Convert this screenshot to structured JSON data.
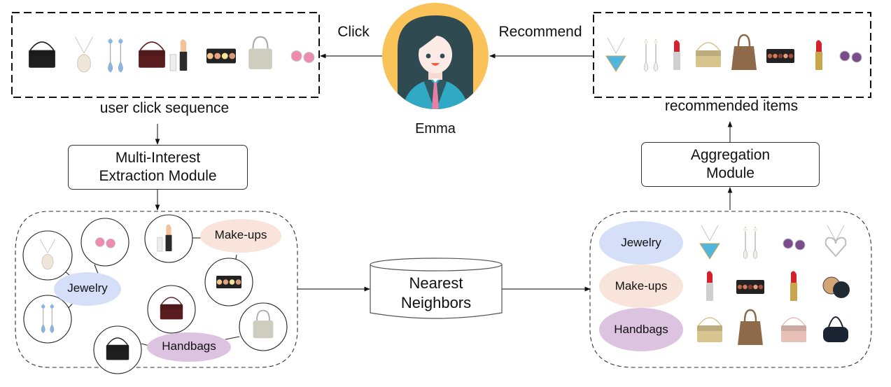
{
  "diagram": {
    "user": {
      "name": "Emma",
      "icon": "user-avatar-icon",
      "avatar_bg": "#f9c35a",
      "hair": "#2f4a50",
      "jacket": "#2fa9c4",
      "tie": "#e87ea5"
    },
    "edges": {
      "click_label": "Click",
      "recommend_label": "Recommend"
    },
    "click_sequence": {
      "caption": "user click sequence",
      "items": [
        {
          "category": "Handbags",
          "icon": "black-clutch-bag-icon",
          "color": "#1e1e1e"
        },
        {
          "category": "Jewelry",
          "icon": "pearl-pendant-icon",
          "color": "#efe6da"
        },
        {
          "category": "Jewelry",
          "icon": "blue-drop-earrings-icon",
          "color": "#86b7e6"
        },
        {
          "category": "Handbags",
          "icon": "burgundy-shoulder-bag-icon",
          "color": "#5a1c1f"
        },
        {
          "category": "Make-ups",
          "icon": "nude-lipstick-icon",
          "color": "#f3c29a"
        },
        {
          "category": "Make-ups",
          "icon": "eyeshadow-palette-icon",
          "color": "#e9a37a"
        },
        {
          "category": "Handbags",
          "icon": "silver-handbag-icon",
          "color": "#cfccc0"
        },
        {
          "category": "Jewelry",
          "icon": "pink-stud-earrings-icon",
          "color": "#f08bb0"
        }
      ]
    },
    "recommended": {
      "caption": "recommended items",
      "items": [
        {
          "category": "Jewelry",
          "icon": "blue-topaz-pendant-icon",
          "color": "#4fb6df"
        },
        {
          "category": "Jewelry",
          "icon": "pearl-drop-earrings-icon",
          "color": "#f1eee9"
        },
        {
          "category": "Make-ups",
          "icon": "red-lipstick-silver-icon",
          "color": "#d6202b"
        },
        {
          "category": "Handbags",
          "icon": "gold-wallet-bag-icon",
          "color": "#d8c48f"
        },
        {
          "category": "Handbags",
          "icon": "brown-tote-bag-icon",
          "color": "#8e6a4b"
        },
        {
          "category": "Make-ups",
          "icon": "eyeshadow-palette-large-icon",
          "color": "#b4553e"
        },
        {
          "category": "Make-ups",
          "icon": "red-lipstick-gold-icon",
          "color": "#d6202b"
        },
        {
          "category": "Jewelry",
          "icon": "amethyst-stud-earrings-icon",
          "color": "#7a4c8d"
        }
      ]
    },
    "modules": {
      "extraction": "Multi-Interest\nExtraction Module",
      "extraction_lines": [
        "Multi-Interest",
        "Extraction Module"
      ],
      "aggregation_lines": [
        "Aggregation",
        "Module"
      ],
      "nearest_lines": [
        "Nearest",
        "Neighbors"
      ]
    },
    "interests": {
      "jewelry": {
        "label": "Jewelry",
        "color": "#d5e0f8"
      },
      "makeups": {
        "label": "Make-ups",
        "color": "#f8e4da"
      },
      "handbags": {
        "label": "Handbags",
        "color": "#dcc3e0"
      }
    },
    "interest_graph": {
      "nodes": [
        {
          "group": "jewelry",
          "icon": "pearl-pendant-icon",
          "color": "#efe6da"
        },
        {
          "group": "jewelry",
          "icon": "pink-stud-earrings-icon",
          "color": "#f08bb0"
        },
        {
          "group": "jewelry",
          "icon": "blue-drop-earrings-icon",
          "color": "#86b7e6"
        },
        {
          "group": "makeups",
          "icon": "nude-lipstick-icon",
          "color": "#f3c29a"
        },
        {
          "group": "makeups",
          "icon": "eyeshadow-palette-icon",
          "color": "#e9a37a"
        },
        {
          "group": "handbags",
          "icon": "burgundy-shoulder-bag-icon",
          "color": "#5a1c1f"
        },
        {
          "group": "handbags",
          "icon": "black-clutch-bag-icon",
          "color": "#1e1e1e"
        },
        {
          "group": "handbags",
          "icon": "silver-handbag-icon",
          "color": "#cfccc0"
        }
      ]
    },
    "neighbor_grid": {
      "rows": [
        {
          "group": "jewelry",
          "items": [
            {
              "icon": "blue-topaz-pendant-icon",
              "color": "#4fb6df"
            },
            {
              "icon": "pearl-drop-earrings-icon",
              "color": "#f1eee9"
            },
            {
              "icon": "amethyst-stud-earrings-icon",
              "color": "#7a4c8d"
            },
            {
              "icon": "heart-pendant-necklace-icon",
              "color": "#c9c9c9"
            }
          ]
        },
        {
          "group": "makeups",
          "items": [
            {
              "icon": "red-lipstick-silver-icon",
              "color": "#d6202b"
            },
            {
              "icon": "eyeshadow-palette-large-icon",
              "color": "#b4553e"
            },
            {
              "icon": "red-lipstick-gold-icon",
              "color": "#d6202b"
            },
            {
              "icon": "compact-powder-icon",
              "color": "#d3a574"
            }
          ]
        },
        {
          "group": "handbags",
          "items": [
            {
              "icon": "gold-wallet-bag-icon",
              "color": "#d8c48f"
            },
            {
              "icon": "brown-tote-bag-icon",
              "color": "#8e6a4b"
            },
            {
              "icon": "pink-crossbody-bag-icon",
              "color": "#e7c0b8"
            },
            {
              "icon": "navy-shoulder-bag-icon",
              "color": "#1c2433"
            }
          ]
        }
      ]
    }
  }
}
